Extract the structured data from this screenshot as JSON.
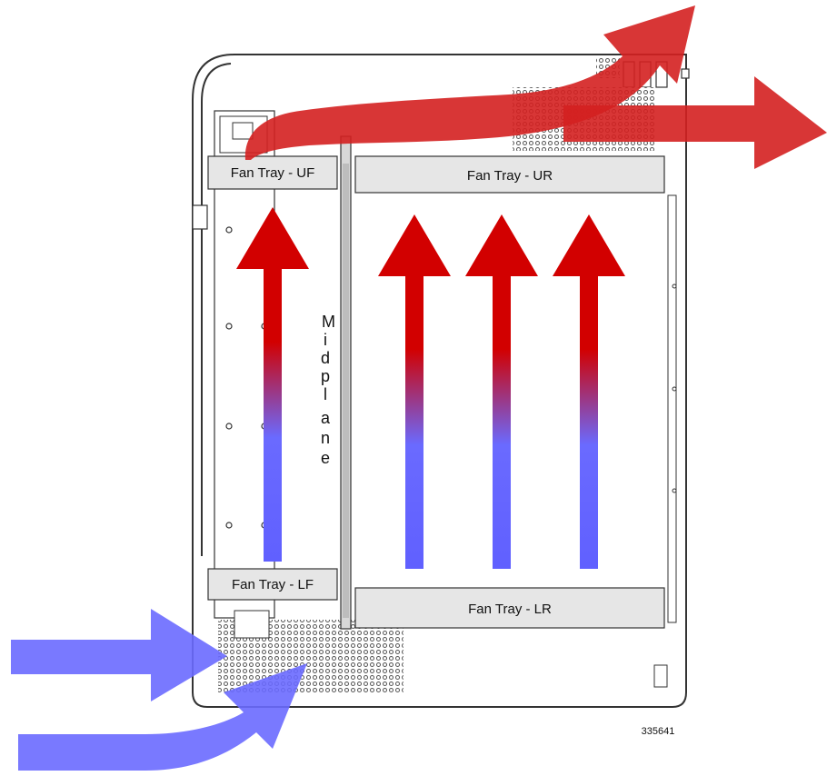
{
  "labels": {
    "fan_tray_uf": "Fan Tray - UF",
    "fan_tray_ur": "Fan Tray - UR",
    "fan_tray_lf": "Fan Tray - LF",
    "fan_tray_lr": "Fan Tray - LR",
    "midplane": [
      "M",
      "i",
      "d",
      "p",
      "l",
      "a",
      "n",
      "e"
    ],
    "figure_number": "335641"
  },
  "colors": {
    "hot_air": "#d42020",
    "cool_air": "#6a6aff",
    "chassis_outline": "#333333",
    "tray_fill": "#e6e6e6"
  }
}
